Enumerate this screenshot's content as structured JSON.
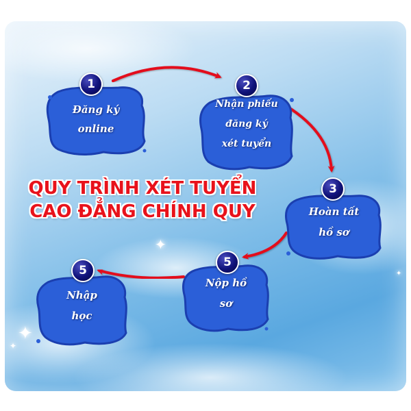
{
  "title": {
    "line1": "QUY TRÌNH XÉT TUYỂN",
    "line2": "CAO ĐẲNG CHÍNH QUY"
  },
  "steps": [
    {
      "number": "1",
      "lines": [
        "Đăng ký",
        "online"
      ]
    },
    {
      "number": "2",
      "lines": [
        "Nhận phiếu",
        "đăng ký",
        "xét tuyển"
      ]
    },
    {
      "number": "3",
      "lines": [
        "Hoàn tất",
        "hồ sơ"
      ]
    },
    {
      "number": "5",
      "lines": [
        "Nộp hồ",
        "sơ"
      ]
    },
    {
      "number": "5",
      "lines": [
        "Nhập",
        "học"
      ]
    }
  ],
  "colors": {
    "blob": "#2b5fd8",
    "blob_dark": "#1b3fb0",
    "arrow": "#e3101c",
    "title": "#e8121b",
    "badge": "#10127a"
  },
  "icons": {
    "arrow": "curved-arrow-icon",
    "sparkle": "sparkle-icon"
  }
}
